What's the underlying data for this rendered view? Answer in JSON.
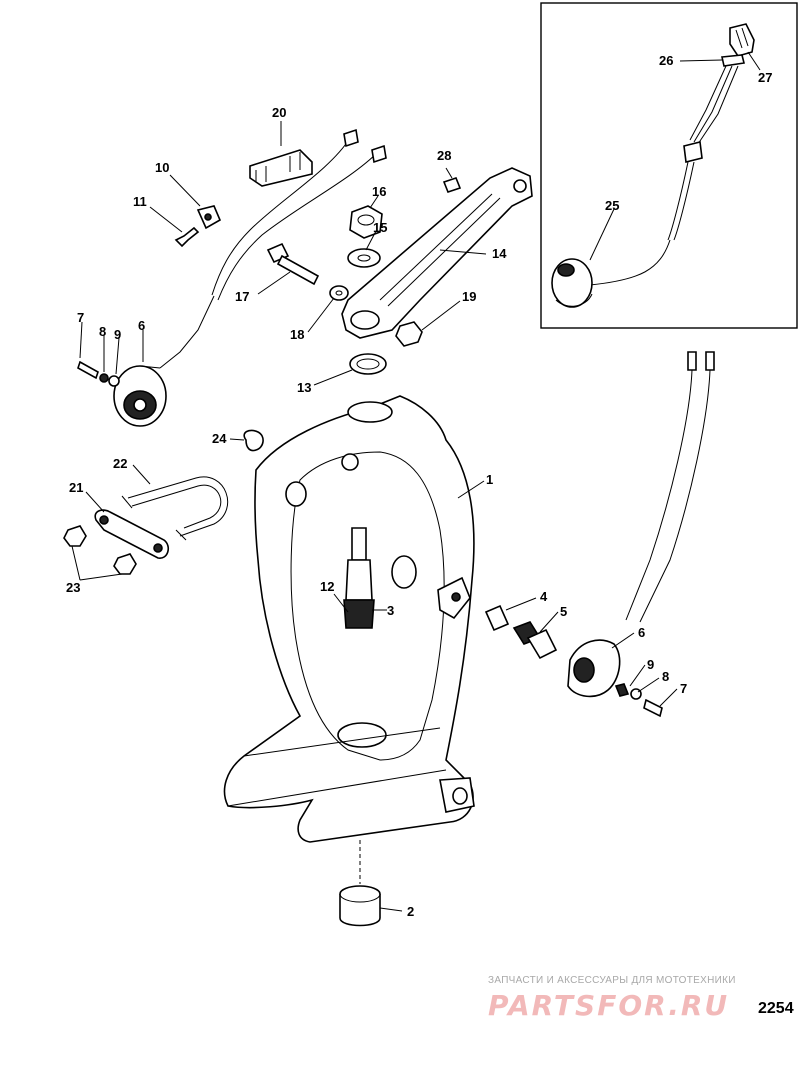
{
  "callouts": {
    "c1": "1",
    "c2": "2",
    "c3": "3",
    "c4": "4",
    "c5": "5",
    "c6a": "6",
    "c6b": "6",
    "c7a": "7",
    "c7b": "7",
    "c8a": "8",
    "c8b": "8",
    "c9a": "9",
    "c9b": "9",
    "c10": "10",
    "c11": "11",
    "c12": "12",
    "c13": "13",
    "c14": "14",
    "c15": "15",
    "c16": "16",
    "c17": "17",
    "c18": "18",
    "c19": "19",
    "c20": "20",
    "c21": "21",
    "c22": "22",
    "c23": "23",
    "c24": "24",
    "c25": "25",
    "c26": "26",
    "c27": "27",
    "c28": "28"
  },
  "watermark": {
    "tagline": "ЗАПЧАСТИ И АКСЕССУАРЫ ДЛЯ МОТОТЕХНИКИ",
    "logo": "PARTSFOR.RU"
  },
  "diagram_number": "2254",
  "colors": {
    "ink": "#000000",
    "paper": "#ffffff",
    "watermark_logo": "#f2b9b9",
    "watermark_text": "#a8a8a8"
  }
}
